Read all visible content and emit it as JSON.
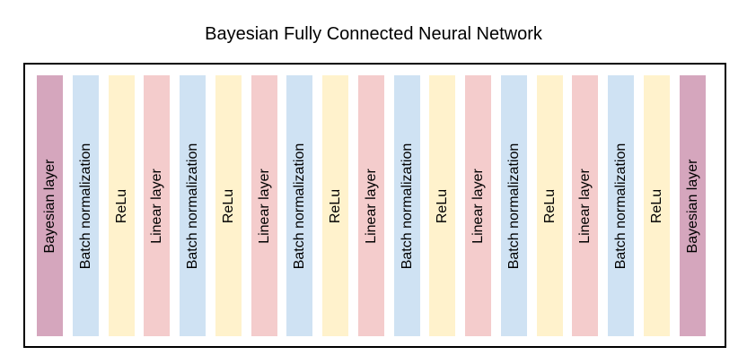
{
  "diagram": {
    "title": "Bayesian Fully Connected Neural Network",
    "colors": {
      "bayesian": "#d5a6bd",
      "batchnorm": "#cfe2f3",
      "relu": "#fff2cc",
      "linear": "#f4cccc",
      "frame": "#000000"
    },
    "layers": [
      {
        "label": "Bayesian layer",
        "kind": "bayesian"
      },
      {
        "label": "Batch normalization",
        "kind": "batchnorm"
      },
      {
        "label": "ReLu",
        "kind": "relu"
      },
      {
        "label": "Linear layer",
        "kind": "linear"
      },
      {
        "label": "Batch normalization",
        "kind": "batchnorm"
      },
      {
        "label": "ReLu",
        "kind": "relu"
      },
      {
        "label": "Linear layer",
        "kind": "linear"
      },
      {
        "label": "Batch normalization",
        "kind": "batchnorm"
      },
      {
        "label": "ReLu",
        "kind": "relu"
      },
      {
        "label": "Linear layer",
        "kind": "linear"
      },
      {
        "label": "Batch normalization",
        "kind": "batchnorm"
      },
      {
        "label": "ReLu",
        "kind": "relu"
      },
      {
        "label": "Linear layer",
        "kind": "linear"
      },
      {
        "label": "Batch normalization",
        "kind": "batchnorm"
      },
      {
        "label": "ReLu",
        "kind": "relu"
      },
      {
        "label": "Linear layer",
        "kind": "linear"
      },
      {
        "label": "Batch normalization",
        "kind": "batchnorm"
      },
      {
        "label": "ReLu",
        "kind": "relu"
      },
      {
        "label": "Bayesian layer",
        "kind": "bayesian"
      }
    ]
  }
}
